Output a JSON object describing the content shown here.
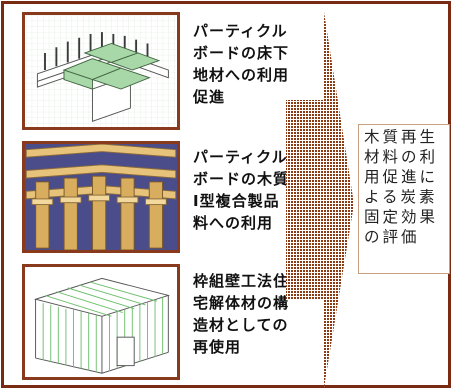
{
  "items": [
    {
      "lines": [
        "パーティクル",
        "ボードの床下",
        "地材への利用",
        "促進"
      ]
    },
    {
      "lines": [
        "パーティクル",
        "ボードの木質",
        "I型複合製品",
        "料への利用"
      ]
    },
    {
      "lines": [
        "枠組壁工法住",
        "宅解体材の構",
        "造材としての",
        "再使用"
      ]
    }
  ],
  "result": {
    "lines": [
      "木質再生",
      "材料の利",
      "用促進に",
      "よる炭素",
      "固定効果",
      "の評価"
    ]
  },
  "colors": {
    "frame": "#7a2a12",
    "arrow": "#8b3a12"
  }
}
